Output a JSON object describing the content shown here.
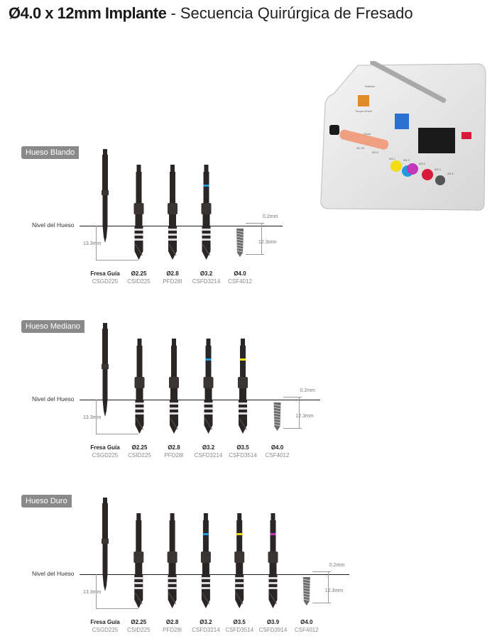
{
  "header": {
    "title_bold": "Ø4.0 x 12mm Implante",
    "title_rest": " - Secuencia Quirúrgica de Fresado"
  },
  "common": {
    "bone_level_label": "Nivel del Hueso",
    "depth_label": "13.3mm",
    "implant_length_label": "12.3mm",
    "offset_label": "0.2mm"
  },
  "kit": {
    "icon": "surgical-kit-tray-image",
    "labels": [
      "Ratchet",
      "Torque Driver",
      "Driver",
      "Ø2.25",
      "Ø2.8",
      "Ø3.2",
      "Ø3.5",
      "Ø3.9",
      "Ø4.0",
      "Ø4.5"
    ]
  },
  "sections": [
    {
      "label": "Hueso Blando",
      "tools": [
        {
          "diam": "Fresa Guía",
          "code": "CSGD225",
          "type": "guide",
          "ring": ""
        },
        {
          "diam": "Ø2.25",
          "code": "CSID225",
          "type": "drill",
          "ring": ""
        },
        {
          "diam": "Ø2.8",
          "code": "PFD28I",
          "type": "drill",
          "ring": ""
        },
        {
          "diam": "Ø3.2",
          "code": "CSFD3214",
          "type": "drill",
          "ring": "#1e9be0"
        },
        {
          "diam": "Ø4.0",
          "code": "CSF4012",
          "type": "implant",
          "ring": ""
        }
      ]
    },
    {
      "label": "Hueso Mediano",
      "tools": [
        {
          "diam": "Fresa Guía",
          "code": "CSGD225",
          "type": "guide",
          "ring": ""
        },
        {
          "diam": "Ø2.25",
          "code": "CSID225",
          "type": "drill",
          "ring": ""
        },
        {
          "diam": "Ø2.8",
          "code": "PFD28I",
          "type": "drill",
          "ring": ""
        },
        {
          "diam": "Ø3.2",
          "code": "CSFD3214",
          "type": "drill",
          "ring": "#1e9be0"
        },
        {
          "diam": "Ø3.5",
          "code": "CSFD3514",
          "type": "drill",
          "ring": "#f2dc12"
        },
        {
          "diam": "Ø4.0",
          "code": "CSF4012",
          "type": "implant",
          "ring": ""
        }
      ]
    },
    {
      "label": "Hueso Duro",
      "tools": [
        {
          "diam": "Fresa Guía",
          "code": "CSGD225",
          "type": "guide",
          "ring": ""
        },
        {
          "diam": "Ø2.25",
          "code": "CSID225",
          "type": "drill",
          "ring": ""
        },
        {
          "diam": "Ø2.8",
          "code": "PFD28I",
          "type": "drill",
          "ring": ""
        },
        {
          "diam": "Ø3.2",
          "code": "CSFD3214",
          "type": "drill",
          "ring": "#1e9be0"
        },
        {
          "diam": "Ø3.5",
          "code": "CSFD3514",
          "type": "drill",
          "ring": "#f2dc12"
        },
        {
          "diam": "Ø3.9",
          "code": "CSFD3914",
          "type": "drill",
          "ring": "#c236b8"
        },
        {
          "diam": "Ø4.0",
          "code": "CSF4012",
          "type": "implant",
          "ring": ""
        }
      ]
    }
  ]
}
